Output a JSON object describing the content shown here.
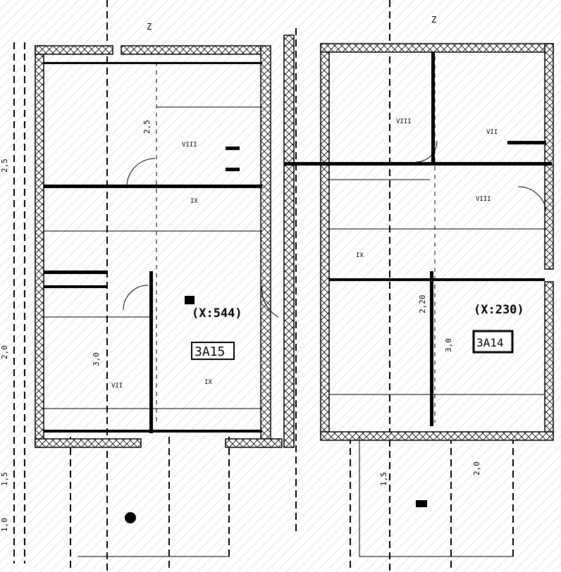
{
  "plan": {
    "left_unit": {
      "elevation_label": "(X:544)",
      "room_code": "3A15",
      "axis_top": "Z",
      "room_marks": [
        "VIII",
        "IX",
        "VII",
        "IX"
      ]
    },
    "right_unit": {
      "elevation_label": "(X:230)",
      "room_code": "3A14",
      "axis_top": "Z",
      "room_marks": [
        "VIII",
        "VIII",
        "IX",
        "VII"
      ]
    },
    "dimensions": [
      "2,5",
      "2,0",
      "1,5",
      "1,0",
      "3,0",
      "2,5",
      "1,5",
      "2,0",
      "2,20",
      "3,0"
    ]
  }
}
